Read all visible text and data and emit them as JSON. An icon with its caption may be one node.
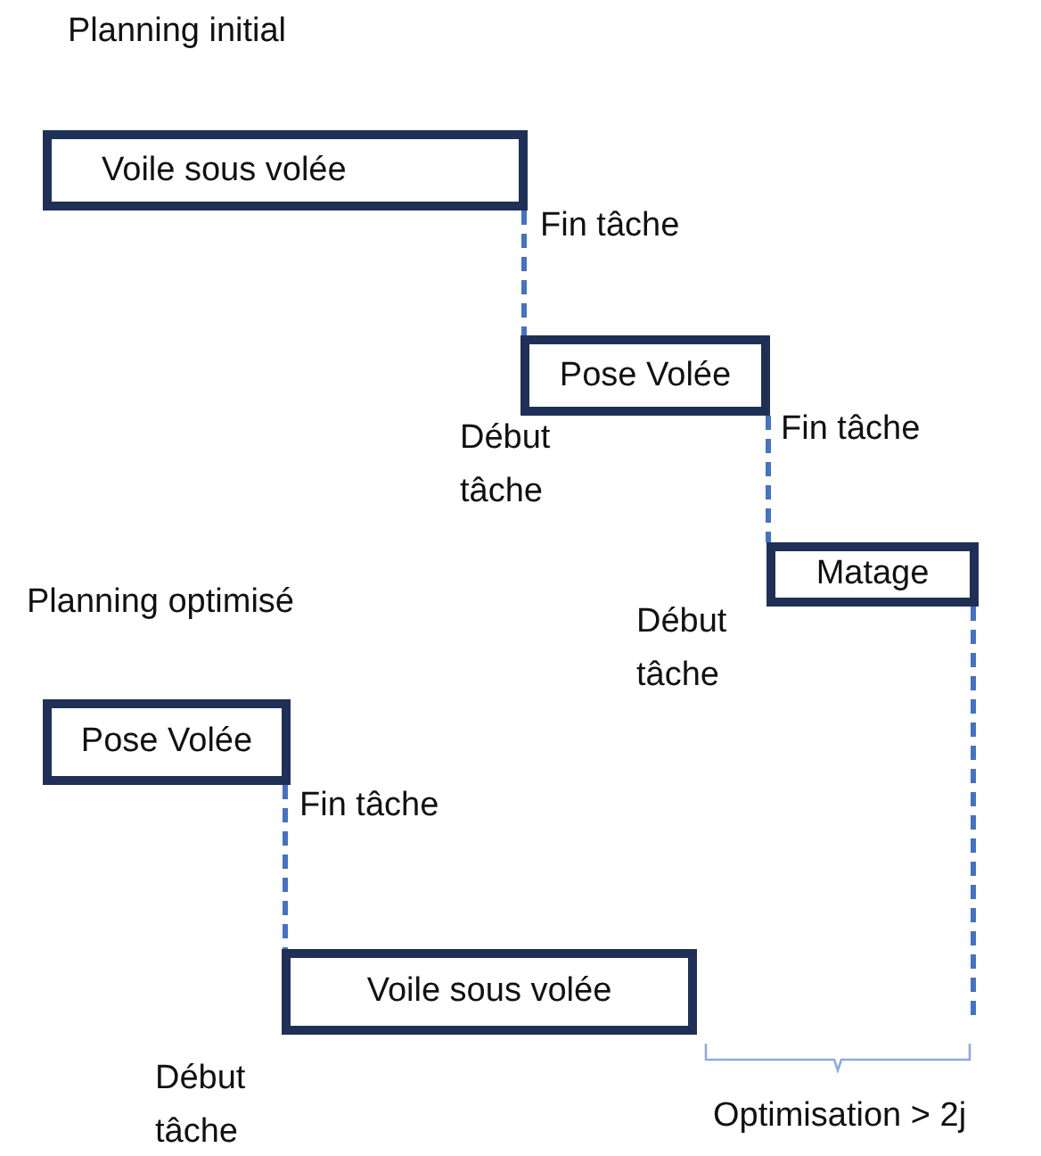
{
  "diagram": {
    "nodes": [
      {
        "text": [
          "Voile sous volée"
        ]
      },
      {
        "text": [
          "Pose Volée"
        ]
      },
      {
        "text": [
          "Matage"
        ]
      },
      {
        "text": [
          "Pose Volée"
        ]
      },
      {
        "text": [
          "Voile sous volée"
        ]
      }
    ],
    "edges": [
      {
        "from": 0,
        "to": 1,
        "arrow": "none",
        "style": "dashed"
      },
      {
        "from": 1,
        "to": 2,
        "arrow": "none",
        "style": "dashed"
      },
      {
        "from": 3,
        "to": 4,
        "arrow": "none",
        "style": "dashed"
      },
      {
        "from": 2,
        "to": null,
        "arrow": "none",
        "style": "dashed"
      }
    ],
    "labels": [
      "Planning initial",
      "Fin tâche",
      "Fin tâche",
      "Début tâche",
      "Planning optimisé",
      "Début tâche",
      "Fin tâche",
      "Début tâche",
      "Optimisation > 2j"
    ]
  }
}
